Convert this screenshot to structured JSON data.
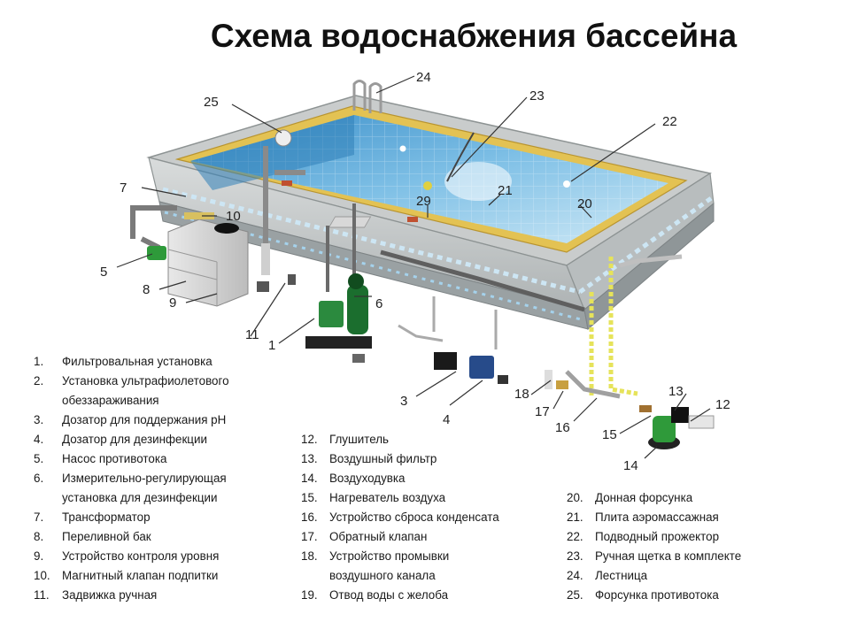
{
  "title": "Схема водоснабжения бассейна",
  "callouts": [
    "1",
    "3",
    "4",
    "5",
    "6",
    "7",
    "8",
    "9",
    "10",
    "11",
    "12",
    "13",
    "14",
    "15",
    "16",
    "17",
    "18",
    "20",
    "21",
    "22",
    "23",
    "24",
    "25",
    "29"
  ],
  "legend": {
    "col1": [
      {
        "num": "1.",
        "text": "Фильтровальная установка",
        "text2": ""
      },
      {
        "num": "2.",
        "text": "Установка ультрафиолетового",
        "text2": "обеззараживания"
      },
      {
        "num": "3.",
        "text": "Дозатор для поддержания pH",
        "text2": ""
      },
      {
        "num": "4.",
        "text": "Дозатор для дезинфекции",
        "text2": ""
      },
      {
        "num": "5.",
        "text": "Насос противотока",
        "text2": ""
      },
      {
        "num": "6.",
        "text": "Измерительно-регулирующая",
        "text2": "установка для дезинфекции"
      },
      {
        "num": "7.",
        "text": "Трансформатор",
        "text2": ""
      },
      {
        "num": "8.",
        "text": "Переливной бак",
        "text2": ""
      },
      {
        "num": "9.",
        "text": "Устройство контроля уровня",
        "text2": ""
      },
      {
        "num": "10.",
        "text": "Магнитный клапан подпитки",
        "text2": ""
      },
      {
        "num": "11.",
        "text": "Задвижка ручная",
        "text2": ""
      }
    ],
    "col2": [
      {
        "num": "12.",
        "text": "Глушитель",
        "text2": ""
      },
      {
        "num": "13.",
        "text": "Воздушный фильтр",
        "text2": ""
      },
      {
        "num": "14.",
        "text": "Воздуходувка",
        "text2": ""
      },
      {
        "num": "15.",
        "text": "Нагреватель воздуха",
        "text2": ""
      },
      {
        "num": "16.",
        "text": "Устройство сброса конденсата",
        "text2": ""
      },
      {
        "num": "17.",
        "text": "Обратный клапан",
        "text2": ""
      },
      {
        "num": "18.",
        "text": "Устройство промывки",
        "text2": "воздушного канала"
      },
      {
        "num": "19.",
        "text": "Отвод воды с желоба",
        "text2": ""
      }
    ],
    "col3": [
      {
        "num": "20.",
        "text": "Донная форсунка",
        "text2": ""
      },
      {
        "num": "21.",
        "text": "Плита аэромассажная",
        "text2": ""
      },
      {
        "num": "22.",
        "text": "Подводный прожектор",
        "text2": ""
      },
      {
        "num": "23.",
        "text": "Ручная щетка в комплекте",
        "text2": ""
      },
      {
        "num": "24.",
        "text": "Лестница",
        "text2": ""
      },
      {
        "num": "25.",
        "text": "Форсунка противотока",
        "text2": ""
      }
    ]
  }
}
